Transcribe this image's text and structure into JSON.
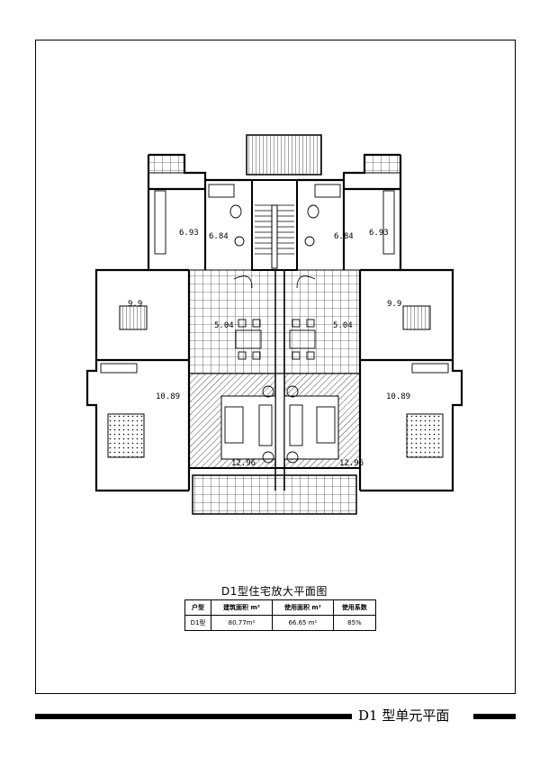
{
  "room_areas": {
    "kitchen_left": "6.93",
    "bath_left": "6.84",
    "bath_right": "6.84",
    "kitchen_right": "6.93",
    "bedroom_small_left": "9.9",
    "bedroom_small_right": "9.9",
    "dining_left": "5.04",
    "dining_right": "5.04",
    "bedroom_master_left": "10.89",
    "bedroom_master_right": "10.89",
    "living_left": "12.96",
    "living_right": "12.96"
  },
  "drawing_title": "D1型住宅放大平面图",
  "area_table": {
    "headers": [
      "户型",
      "建筑面积 m²",
      "使用面积 m²",
      "使用系数"
    ],
    "rows": [
      [
        "D1型",
        "80.77m²",
        "66.65 m²",
        "85%"
      ]
    ]
  },
  "footer_title": "D1  型单元平面",
  "colors": {
    "line": "#000000",
    "background": "#ffffff"
  }
}
